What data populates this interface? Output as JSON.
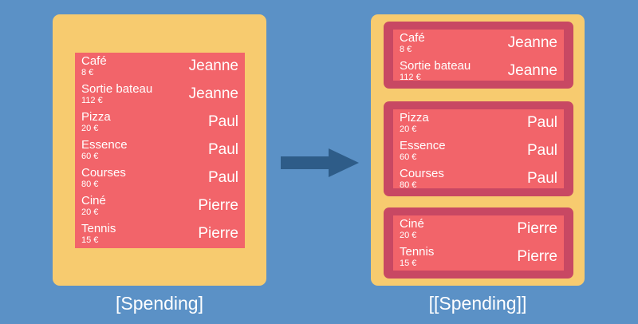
{
  "colors": {
    "background": "#5b91c6",
    "card": "#f7cb6f",
    "item_panel": "#f2646a",
    "group_frame": "#c84863",
    "arrow": "#2e5c88",
    "text": "#ffffff"
  },
  "left": {
    "caption": "[Spending]",
    "items": [
      {
        "name": "Café",
        "price": "8 €",
        "person": "Jeanne"
      },
      {
        "name": "Sortie bateau",
        "price": "112 €",
        "person": "Jeanne"
      },
      {
        "name": "Pizza",
        "price": "20 €",
        "person": "Paul"
      },
      {
        "name": "Essence",
        "price": "60 €",
        "person": "Paul"
      },
      {
        "name": "Courses",
        "price": "80 €",
        "person": "Paul"
      },
      {
        "name": "Ciné",
        "price": "20 €",
        "person": "Pierre"
      },
      {
        "name": "Tennis",
        "price": "15 €",
        "person": "Pierre"
      }
    ]
  },
  "arrow": {
    "icon": "right-arrow-icon"
  },
  "right": {
    "caption": "[[Spending]]",
    "groups": [
      {
        "items": [
          {
            "name": "Café",
            "price": "8 €",
            "person": "Jeanne"
          },
          {
            "name": "Sortie bateau",
            "price": "112 €",
            "person": "Jeanne"
          }
        ]
      },
      {
        "items": [
          {
            "name": "Pizza",
            "price": "20 €",
            "person": "Paul"
          },
          {
            "name": "Essence",
            "price": "60 €",
            "person": "Paul"
          },
          {
            "name": "Courses",
            "price": "80 €",
            "person": "Paul"
          }
        ]
      },
      {
        "items": [
          {
            "name": "Ciné",
            "price": "20 €",
            "person": "Pierre"
          },
          {
            "name": "Tennis",
            "price": "15 €",
            "person": "Pierre"
          }
        ]
      }
    ]
  }
}
